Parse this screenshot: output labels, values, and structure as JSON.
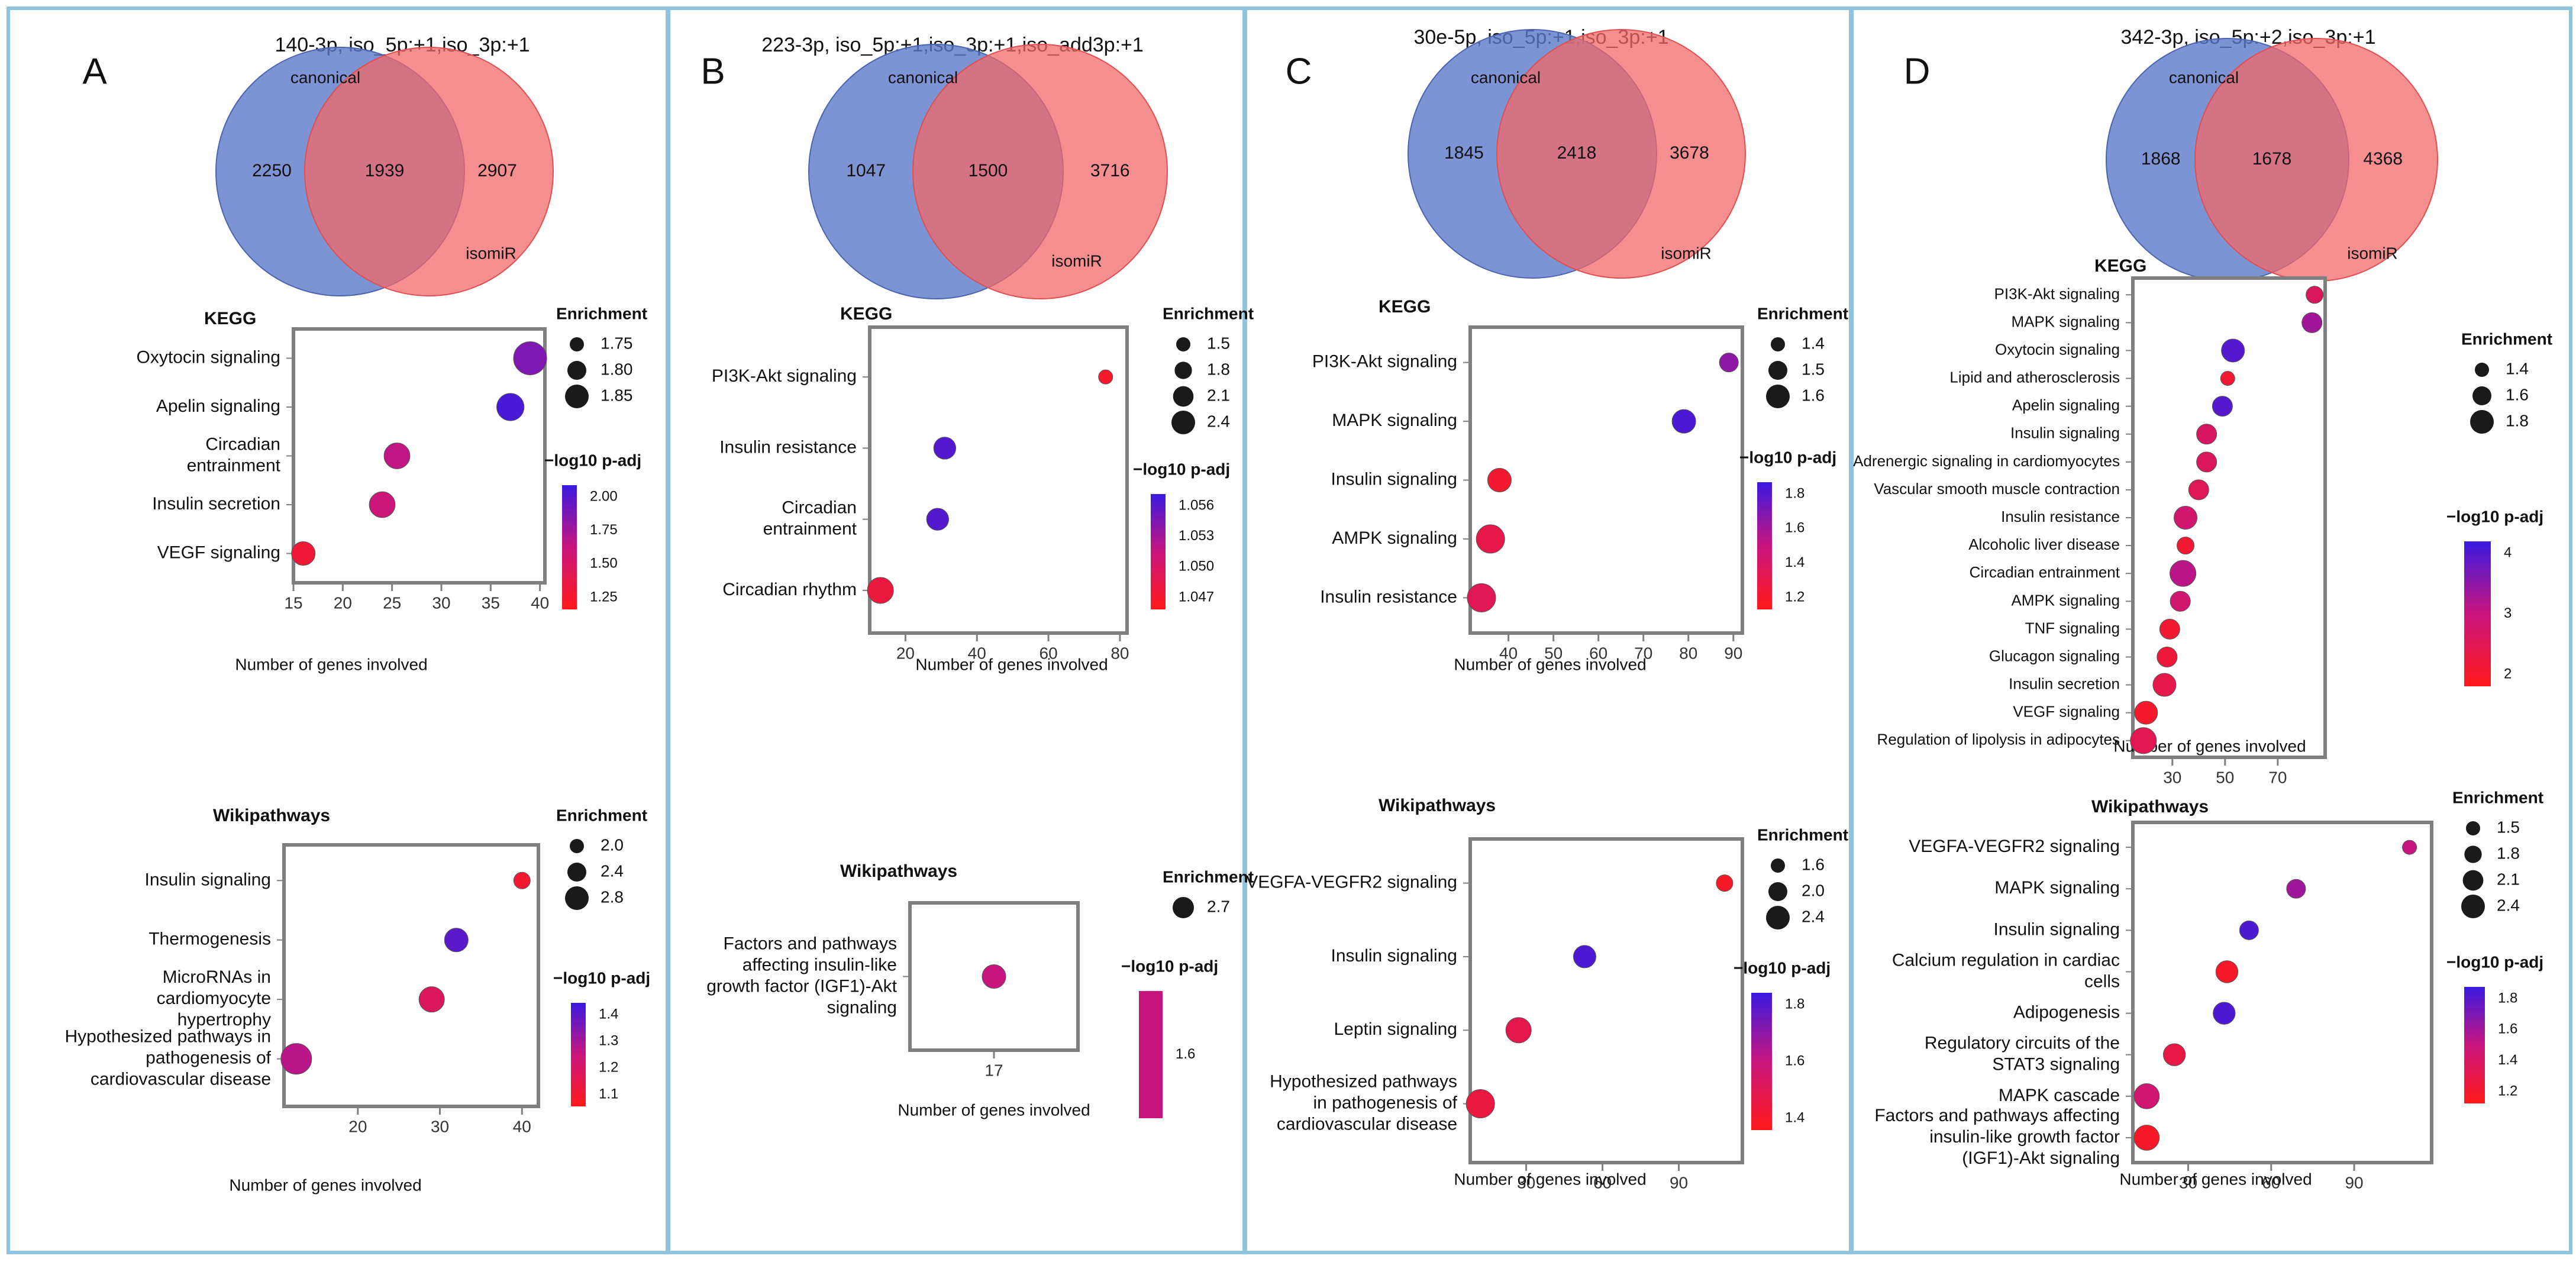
{
  "panels": [
    {
      "letter": "A",
      "venn": {
        "title": "140-3p, iso_5p:+1,iso_3p:+1",
        "label_left": "canonical",
        "label_right": "isomiR",
        "left_only": "2250",
        "overlap": "1939",
        "right_only": "2907"
      },
      "kegg": {
        "section_title": "KEGG",
        "pathways": [
          "Oxytocin signaling",
          "Apelin signaling",
          "Circadian entrainment",
          "Insulin secretion",
          "VEGF signaling"
        ],
        "x_values": [
          39,
          37,
          25.5,
          24,
          16
        ],
        "enrichment": [
          1.88,
          1.8,
          1.78,
          1.78,
          1.75
        ],
        "neglog10_padj": [
          1.8,
          2.0,
          1.55,
          1.5,
          1.15
        ],
        "x_ticks": [
          "15",
          "20",
          "25",
          "30",
          "35",
          "40"
        ],
        "x_label": "Number of genes involved",
        "size_legend_title": "Enrichment",
        "size_legend_values": [
          "1.75",
          "1.80",
          "1.85"
        ],
        "color_legend_title": "−log10 p-adj",
        "color_legend_ticks": [
          "2.00",
          "1.75",
          "1.50",
          "1.25"
        ]
      },
      "wiki": {
        "section_title": "Wikipathways",
        "pathways": [
          "Insulin signaling",
          "Thermogenesis",
          "MicroRNAs in cardiomyocyte hypertrophy",
          "Hypothesized pathways in pathogenesis of cardiovascular disease"
        ],
        "x_values": [
          40,
          32,
          29,
          12.5
        ],
        "enrichment": [
          2.0,
          2.4,
          2.5,
          2.8
        ],
        "neglog10_padj": [
          1.1,
          1.45,
          1.2,
          1.3
        ],
        "x_ticks": [
          "20",
          "30",
          "40"
        ],
        "x_label": "Number of genes involved",
        "size_legend_title": "Enrichment",
        "size_legend_values": [
          "2.0",
          "2.4",
          "2.8"
        ],
        "color_legend_title": "−log10 p-adj",
        "color_legend_ticks": [
          "1.4",
          "1.3",
          "1.2",
          "1.1"
        ]
      }
    },
    {
      "letter": "B",
      "venn": {
        "title": "223-3p, iso_5p:+1,iso_3p:+1,iso_add3p:+1",
        "label_left": "canonical",
        "label_right": "isomiR",
        "left_only": "1047",
        "overlap": "1500",
        "right_only": "3716"
      },
      "kegg": {
        "section_title": "KEGG",
        "pathways": [
          "PI3K-Akt signaling",
          "Insulin resistance",
          "Circadian entrainment",
          "Circadian rhythm"
        ],
        "x_values": [
          76,
          31,
          29,
          13
        ],
        "enrichment": [
          1.5,
          2.1,
          2.1,
          2.4
        ],
        "neglog10_padj": [
          1.047,
          1.056,
          1.056,
          1.048
        ],
        "x_ticks": [
          "20",
          "40",
          "60",
          "80"
        ],
        "x_label": "Number of genes involved",
        "size_legend_title": "Enrichment",
        "size_legend_values": [
          "1.5",
          "1.8",
          "2.1",
          "2.4"
        ],
        "color_legend_title": "−log10 p-adj",
        "color_legend_ticks": [
          "1.056",
          "1.053",
          "1.050",
          "1.047"
        ]
      },
      "wiki": {
        "section_title": "Wikipathways",
        "pathways": [
          "Factors and pathways affecting insulin-like growth factor (IGF1)-Akt signaling"
        ],
        "x_values": [
          17
        ],
        "enrichment": [
          2.7
        ],
        "neglog10_padj": [
          1.6
        ],
        "x_ticks": [
          "17"
        ],
        "x_label": "Number of genes involved",
        "size_legend_title": "Enrichment",
        "size_legend_values": [
          "2.7"
        ],
        "color_legend_title": "−log10 p-adj",
        "color_legend_ticks": [
          "1.6"
        ]
      }
    },
    {
      "letter": "C",
      "venn": {
        "title": "30e-5p, iso_5p:+1,iso_3p:+1",
        "label_left": "canonical",
        "label_right": "isomiR",
        "left_only": "1845",
        "overlap": "2418",
        "right_only": "3678"
      },
      "kegg": {
        "section_title": "KEGG",
        "pathways": [
          "PI3K-Akt signaling",
          "MAPK signaling",
          "Insulin signaling",
          "AMPK signaling",
          "Insulin resistance"
        ],
        "x_values": [
          89,
          79,
          38,
          36,
          34
        ],
        "enrichment": [
          1.4,
          1.5,
          1.5,
          1.6,
          1.6
        ],
        "neglog10_padj": [
          1.7,
          1.9,
          1.2,
          1.3,
          1.35
        ],
        "x_ticks": [
          "40",
          "50",
          "60",
          "70",
          "80",
          "90"
        ],
        "x_label": "Number of genes involved",
        "size_legend_title": "Enrichment",
        "size_legend_values": [
          "1.4",
          "1.5",
          "1.6"
        ],
        "color_legend_title": "−log10 p-adj",
        "color_legend_ticks": [
          "1.8",
          "1.6",
          "1.4",
          "1.2"
        ]
      },
      "wiki": {
        "section_title": "Wikipathways",
        "pathways": [
          "VEGFA-VEGFR2 signaling",
          "Insulin signaling",
          "Leptin signaling",
          "Hypothesized pathways in pathogenesis of cardiovascular disease"
        ],
        "x_values": [
          108,
          53,
          27,
          12
        ],
        "enrichment": [
          1.6,
          2.0,
          2.2,
          2.4
        ],
        "neglog10_padj": [
          1.2,
          1.9,
          1.35,
          1.3
        ],
        "x_ticks": [
          "30",
          "60",
          "90"
        ],
        "x_label": "Number of genes involved",
        "size_legend_title": "Enrichment",
        "size_legend_values": [
          "1.6",
          "2.0",
          "2.4"
        ],
        "color_legend_title": "−log10 p-adj",
        "color_legend_ticks": [
          "1.8",
          "1.6",
          "1.4"
        ]
      }
    },
    {
      "letter": "D",
      "venn": {
        "title": "342-3p, iso_5p:+2,iso_3p:+1",
        "label_left": "canonical",
        "label_right": "isomiR",
        "left_only": "1868",
        "overlap": "1678",
        "right_only": "4368"
      },
      "kegg": {
        "section_title": "KEGG",
        "pathways": [
          "PI3K-Akt signaling",
          "MAPK signaling",
          "Oxytocin signaling",
          "Lipid and atherosclerosis",
          "Apelin signaling",
          "Insulin signaling",
          "Adrenergic signaling in cardiomyocytes",
          "Vascular smooth muscle contraction",
          "Insulin resistance",
          "Alcoholic liver disease",
          "Circadian entrainment",
          "AMPK signaling",
          "TNF signaling",
          "Glucagon signaling",
          "Insulin secretion",
          "VEGF signaling",
          "Regulation of lipolysis in adipocytes"
        ],
        "x_values": [
          84,
          83,
          53,
          51,
          49,
          43,
          43,
          40,
          35,
          35,
          34,
          33,
          29,
          28,
          27,
          20,
          19
        ],
        "enrichment": [
          1.5,
          1.6,
          1.7,
          1.4,
          1.6,
          1.6,
          1.6,
          1.6,
          1.7,
          1.5,
          1.8,
          1.6,
          1.6,
          1.6,
          1.7,
          1.7,
          1.8
        ],
        "neglog10_padj": [
          2.3,
          3.3,
          4.2,
          1.6,
          4.2,
          2.4,
          2.3,
          2.2,
          2.6,
          1.6,
          3.0,
          2.6,
          1.6,
          1.7,
          2.0,
          1.5,
          2.1
        ],
        "x_ticks": [
          "30",
          "50",
          "70"
        ],
        "x_label": "Number of genes involved",
        "size_legend_title": "Enrichment",
        "size_legend_values": [
          "1.4",
          "1.6",
          "1.8"
        ],
        "color_legend_title": "−log10 p-adj",
        "color_legend_ticks": [
          "4",
          "3",
          "2"
        ]
      },
      "wiki": {
        "section_title": "Wikipathways",
        "pathways": [
          "VEGFA-VEGFR2 signaling",
          "MAPK signaling",
          "Insulin signaling",
          "Calcium regulation in cardiac cells",
          "Adipogenesis",
          "Regulatory circuits of the STAT3 signaling",
          "MAPK cascade",
          "Factors and pathways affecting insulin-like growth factor (IGF1)-Akt signaling"
        ],
        "x_values": [
          110,
          69,
          52,
          44,
          43,
          25,
          15,
          15
        ],
        "enrichment": [
          1.5,
          1.8,
          1.8,
          2.0,
          2.0,
          2.0,
          2.2,
          2.2
        ],
        "neglog10_padj": [
          1.5,
          1.6,
          1.8,
          1.2,
          1.8,
          1.3,
          1.45,
          1.2
        ],
        "x_ticks": [
          "30",
          "60",
          "90"
        ],
        "x_label": "Number of genes involved",
        "size_legend_title": "Enrichment",
        "size_legend_values": [
          "1.5",
          "1.8",
          "2.1",
          "2.4"
        ],
        "color_legend_title": "−log10 p-adj",
        "color_legend_ticks": [
          "1.8",
          "1.6",
          "1.4",
          "1.2"
        ]
      }
    }
  ],
  "chart_data": [
    {
      "type": "scatter",
      "title": "KEGG",
      "xlabel": "Number of genes involved",
      "ylabel": "",
      "categories": [
        "Oxytocin signaling",
        "Apelin signaling",
        "Circadian entrainment",
        "Insulin secretion",
        "VEGF signaling"
      ],
      "x": [
        39,
        37,
        25.5,
        24,
        16
      ],
      "xlim": [
        15,
        40
      ],
      "size": [
        1.88,
        1.8,
        1.78,
        1.78,
        1.75
      ],
      "color": [
        1.8,
        2.0,
        1.55,
        1.5,
        1.15
      ]
    },
    {
      "type": "scatter",
      "title": "Wikipathways",
      "xlabel": "Number of genes involved",
      "ylabel": "",
      "categories": [
        "Insulin signaling",
        "Thermogenesis",
        "MicroRNAs in cardiomyocyte hypertrophy",
        "Hypothesized pathways in pathogenesis of cardiovascular disease"
      ],
      "x": [
        40,
        32,
        29,
        12.5
      ],
      "xlim": [
        12,
        42
      ],
      "size": [
        2.0,
        2.4,
        2.5,
        2.8
      ],
      "color": [
        1.1,
        1.45,
        1.2,
        1.3
      ]
    },
    {
      "type": "scatter",
      "title": "KEGG",
      "xlabel": "Number of genes involved",
      "ylabel": "",
      "categories": [
        "PI3K-Akt signaling",
        "Insulin resistance",
        "Circadian entrainment",
        "Circadian rhythm"
      ],
      "x": [
        76,
        31,
        29,
        13
      ],
      "xlim": [
        10,
        80
      ],
      "size": [
        1.5,
        2.1,
        2.1,
        2.4
      ],
      "color": [
        1.047,
        1.056,
        1.056,
        1.048
      ]
    },
    {
      "type": "scatter",
      "title": "Wikipathways",
      "xlabel": "Number of genes involved",
      "ylabel": "",
      "categories": [
        "Factors and pathways affecting insulin-like growth factor (IGF1)-Akt signaling"
      ],
      "x": [
        17
      ],
      "size": [
        2.7
      ],
      "color": [
        1.6
      ]
    },
    {
      "type": "scatter",
      "title": "KEGG",
      "xlabel": "Number of genes involved",
      "ylabel": "",
      "categories": [
        "PI3K-Akt signaling",
        "MAPK signaling",
        "Insulin signaling",
        "AMPK signaling",
        "Insulin resistance"
      ],
      "x": [
        89,
        79,
        38,
        36,
        34
      ],
      "xlim": [
        32,
        92
      ],
      "size": [
        1.4,
        1.5,
        1.5,
        1.6,
        1.6
      ],
      "color": [
        1.7,
        1.9,
        1.2,
        1.3,
        1.35
      ]
    },
    {
      "type": "scatter",
      "title": "Wikipathways",
      "xlabel": "Number of genes involved",
      "ylabel": "",
      "categories": [
        "VEGFA-VEGFR2 signaling",
        "Insulin signaling",
        "Leptin signaling",
        "Hypothesized pathways in pathogenesis of cardiovascular disease"
      ],
      "x": [
        108,
        53,
        27,
        12
      ],
      "xlim": [
        8,
        115
      ],
      "size": [
        1.6,
        2.0,
        2.2,
        2.4
      ],
      "color": [
        1.2,
        1.9,
        1.35,
        1.3
      ]
    },
    {
      "type": "scatter",
      "title": "KEGG",
      "xlabel": "Number of genes involved",
      "ylabel": "",
      "categories": [
        "PI3K-Akt signaling",
        "MAPK signaling",
        "Oxytocin signaling",
        "Lipid and atherosclerosis",
        "Apelin signaling",
        "Insulin signaling",
        "Adrenergic signaling in cardiomyocytes",
        "Vascular smooth muscle contraction",
        "Insulin resistance",
        "Alcoholic liver disease",
        "Circadian entrainment",
        "AMPK signaling",
        "TNF signaling",
        "Glucagon signaling",
        "Insulin secretion",
        "VEGF signaling",
        "Regulation of lipolysis in adipocytes"
      ],
      "x": [
        84,
        83,
        53,
        51,
        49,
        43,
        43,
        40,
        35,
        35,
        34,
        33,
        29,
        28,
        27,
        20,
        19
      ],
      "xlim": [
        15,
        88
      ],
      "size": [
        1.5,
        1.6,
        1.7,
        1.4,
        1.6,
        1.6,
        1.6,
        1.6,
        1.7,
        1.5,
        1.8,
        1.6,
        1.6,
        1.6,
        1.7,
        1.7,
        1.8
      ],
      "color": [
        2.3,
        3.3,
        4.2,
        1.6,
        4.2,
        2.4,
        2.3,
        2.2,
        2.6,
        1.6,
        3.0,
        2.6,
        1.6,
        1.7,
        2.0,
        1.5,
        2.1
      ]
    },
    {
      "type": "scatter",
      "title": "Wikipathways",
      "xlabel": "Number of genes involved",
      "ylabel": "",
      "categories": [
        "VEGFA-VEGFR2 signaling",
        "MAPK signaling",
        "Insulin signaling",
        "Calcium regulation in cardiac cells",
        "Adipogenesis",
        "Regulatory circuits of the STAT3 signaling",
        "MAPK cascade",
        "Factors and pathways affecting insulin-like growth factor (IGF1)-Akt signaling"
      ],
      "x": [
        110,
        69,
        52,
        44,
        43,
        25,
        15,
        15
      ],
      "xlim": [
        10,
        118
      ],
      "size": [
        1.5,
        1.8,
        1.8,
        2.0,
        2.0,
        2.0,
        2.2,
        2.2
      ],
      "color": [
        1.5,
        1.6,
        1.8,
        1.2,
        1.8,
        1.3,
        1.45,
        1.2
      ]
    }
  ],
  "colors": {
    "panel_border": "#8fc4de",
    "plot_frame": "#7f7f7f",
    "venn_left": "#5b78c9",
    "venn_right": "#f2686a",
    "venn_overlap": "#b5475e",
    "scale_low": "#ff1a1a",
    "scale_high": "#3a1ae0",
    "text": "#111111"
  }
}
